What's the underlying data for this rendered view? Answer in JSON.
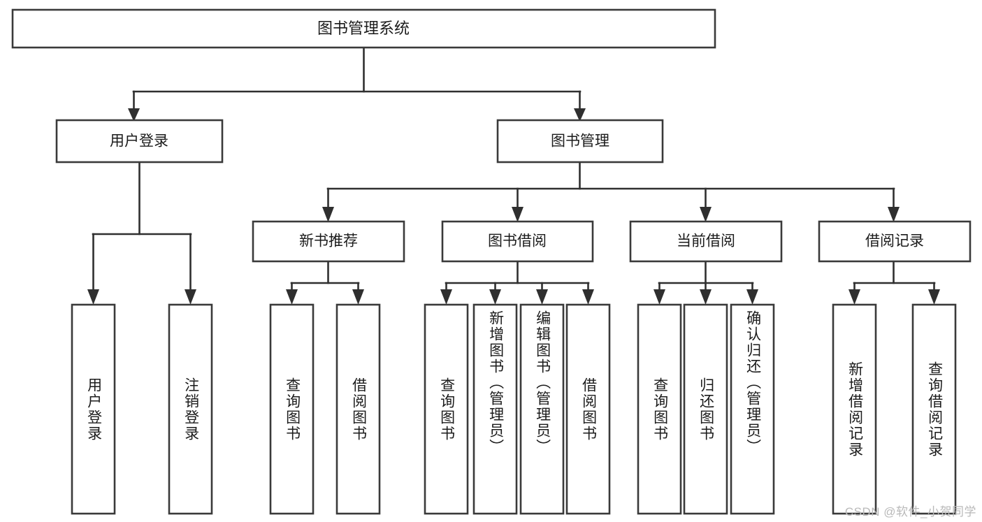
{
  "diagram": {
    "title": "图书管理系统",
    "type": "tree",
    "watermark": "CSDN @软件_小贺同学",
    "colors": {
      "box_stroke": "#3a3a3a",
      "box_fill": "#ffffff",
      "connector": "#2f2f2f",
      "text": "#1b1b1b",
      "watermark": "#b9b9b9",
      "background": "#ffffff"
    },
    "root": {
      "label": "图书管理系统"
    },
    "level2": [
      {
        "label": "用户登录"
      },
      {
        "label": "图书管理"
      }
    ],
    "level3": [
      {
        "label": "新书推荐"
      },
      {
        "label": "图书借阅"
      },
      {
        "label": "当前借阅"
      },
      {
        "label": "借阅记录"
      }
    ],
    "leaves": {
      "user_login": [
        {
          "label": "用户登录"
        },
        {
          "label": "注销登录"
        }
      ],
      "new_book_recommend": [
        {
          "label": "查询图书"
        },
        {
          "label": "借阅图书"
        }
      ],
      "book_borrow": [
        {
          "label": "查询图书"
        },
        {
          "label": "新增图书（管理员）"
        },
        {
          "label": "编辑图书（管理员）"
        },
        {
          "label": "借阅图书"
        }
      ],
      "current_borrow": [
        {
          "label": "查询图书"
        },
        {
          "label": "归还图书"
        },
        {
          "label": "确认归还（管理员）"
        }
      ],
      "borrow_record": [
        {
          "label": "新增借阅记录"
        },
        {
          "label": "查询借阅记录"
        }
      ]
    }
  }
}
